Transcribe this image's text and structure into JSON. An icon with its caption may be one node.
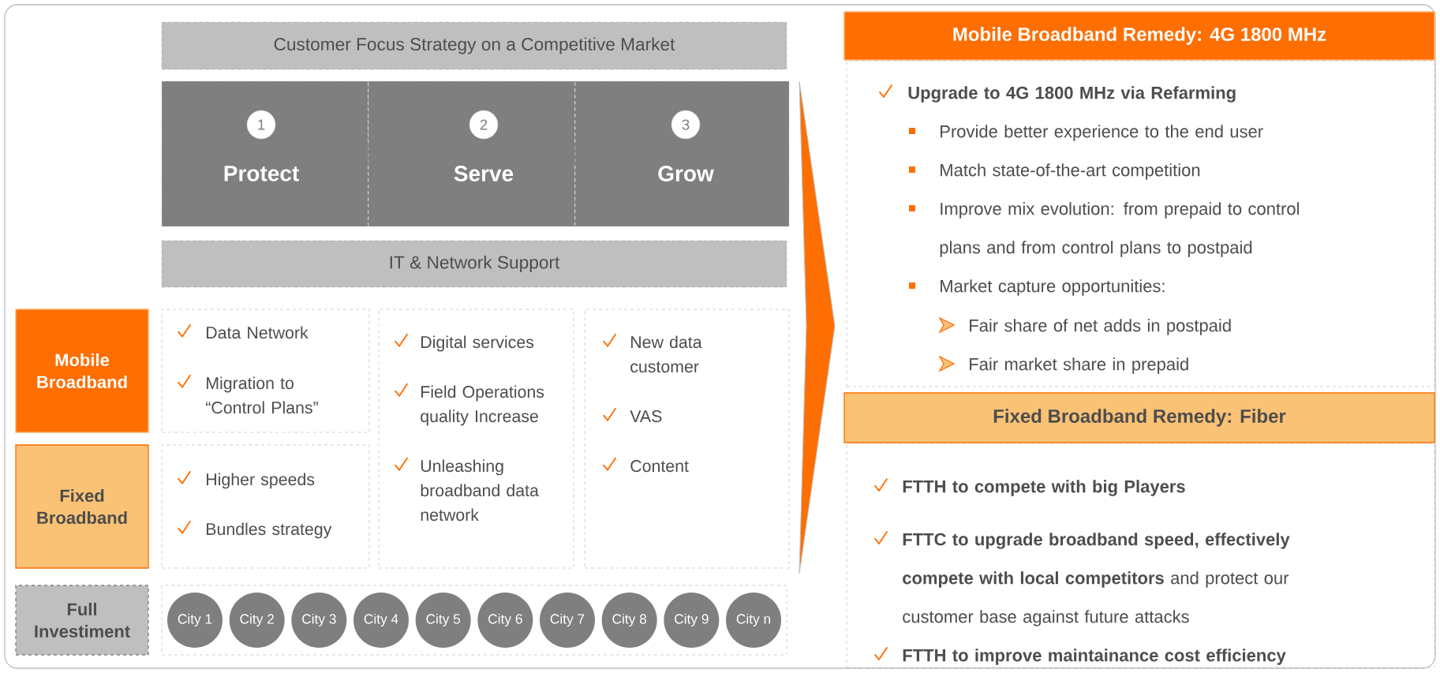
{
  "diagram": {
    "nodes": [
      {
        "text": [
          "Customer Focus Strategy on a Competitive Market"
        ]
      },
      {
        "text": [
          "1",
          "Protect"
        ]
      },
      {
        "text": [
          "2",
          "Serve"
        ]
      },
      {
        "text": [
          "3",
          "Grow"
        ]
      },
      {
        "text": [
          "IT & Network Support"
        ]
      },
      {
        "text": [
          "Mobile Broadband"
        ]
      },
      {
        "text": [
          "Data Network",
          "Migration to “Control Plans”"
        ]
      },
      {
        "text": [
          "Digital services",
          "Field Operations quality Increase",
          "Unleashing broadband data network"
        ]
      },
      {
        "text": [
          "New data customer",
          "VAS",
          "Content"
        ]
      },
      {
        "text": [
          "Fixed Broadband"
        ]
      },
      {
        "text": [
          "Higher speeds",
          "Bundles strategy"
        ]
      },
      {
        "text": [
          "Full Investiment"
        ]
      },
      {
        "text": [],
        "shape": "box"
      },
      {
        "text": [
          "City 1"
        ],
        "in": 12
      },
      {
        "text": [
          "City 2"
        ],
        "in": 12
      },
      {
        "text": [
          "City 3"
        ],
        "in": 12
      },
      {
        "text": [
          "City 4"
        ],
        "in": 12
      },
      {
        "text": [
          "City 5"
        ],
        "in": 12
      },
      {
        "text": [
          "City 6"
        ],
        "in": 12
      },
      {
        "text": [
          "City 7"
        ],
        "in": 12
      },
      {
        "text": [
          "City 8"
        ],
        "in": 12
      },
      {
        "text": [
          "City 9"
        ],
        "in": 12
      },
      {
        "text": [
          "City n"
        ],
        "in": 12
      },
      {
        "text": [
          "Mobile Broadband Remedy: 4G 1800 MHz"
        ]
      },
      {
        "text": [
          "Upgrade to 4G 1800 MHz via Refarming",
          "Provide better experience to the end user",
          "Match state-of-the-art competition",
          "Improve mix evolution: from prepaid to control plans and from control plans to postpaid",
          "Market capture opportunities:",
          "Fair share of net adds in postpaid",
          "Fair market share in prepaid"
        ]
      },
      {
        "text": [
          "Fixed Broadband Remedy: Fiber"
        ]
      },
      {
        "text": [],
        "shape": "triangle"
      },
      {
        "text": [
          "FTTH to compete with big Players",
          "**FTTC to upgrade broadband speed, effectively compete with local competitors** and protect our customer base against future attacks",
          "FTTH to improve maintainance cost efficiency"
        ]
      }
    ]
  }
}
